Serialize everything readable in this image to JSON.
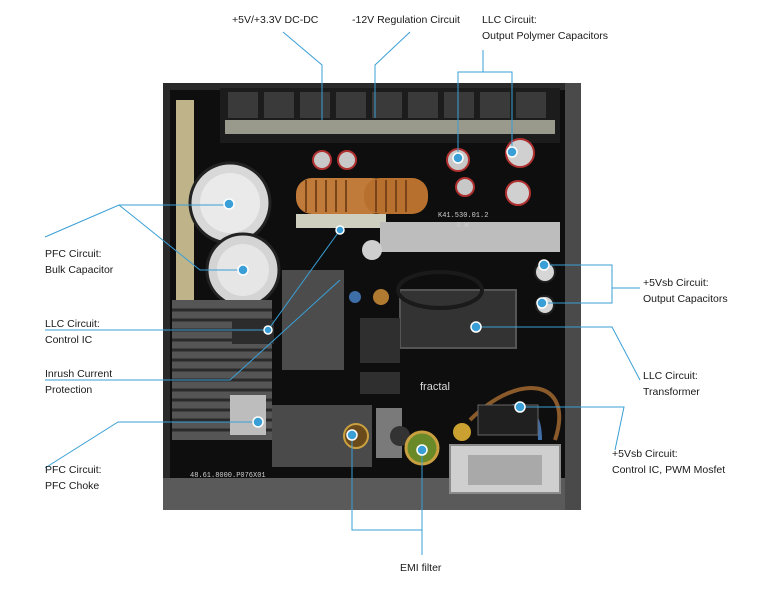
{
  "accent_color": "#3a9fd6",
  "labels": {
    "dcdc": {
      "line1": "+5V/+3.3V DC-DC"
    },
    "reg12": {
      "line1": "-12V Regulation Circuit"
    },
    "llc_caps": {
      "line1": "LLC Circuit:",
      "line2": "Output Polymer Capacitors"
    },
    "pfc_bulk": {
      "line1": "PFC Circuit:",
      "line2": "Bulk Capacitor"
    },
    "llc_ic": {
      "line1": "LLC Circuit:",
      "line2": "Control IC"
    },
    "inrush": {
      "line1": "Inrush Current",
      "line2": "Protection"
    },
    "pfc_choke": {
      "line1": "PFC Circuit:",
      "line2": "PFC Choke"
    },
    "vsb_caps": {
      "line1": "+5Vsb Circuit:",
      "line2": "Output Capacitors"
    },
    "llc_transformer": {
      "line1": "LLC Circuit:",
      "line2": "Transformer"
    },
    "vsb_ic": {
      "line1": "+5Vsb Circuit:",
      "line2": "Control IC, PWM Mosfet"
    },
    "emi": {
      "line1": "EMI filter"
    }
  },
  "pcb_text": {
    "brand": "fractal",
    "serial": "48.61.8000.P076X01",
    "ref1": "K41.530.01.2",
    "ref2": "3 W"
  }
}
